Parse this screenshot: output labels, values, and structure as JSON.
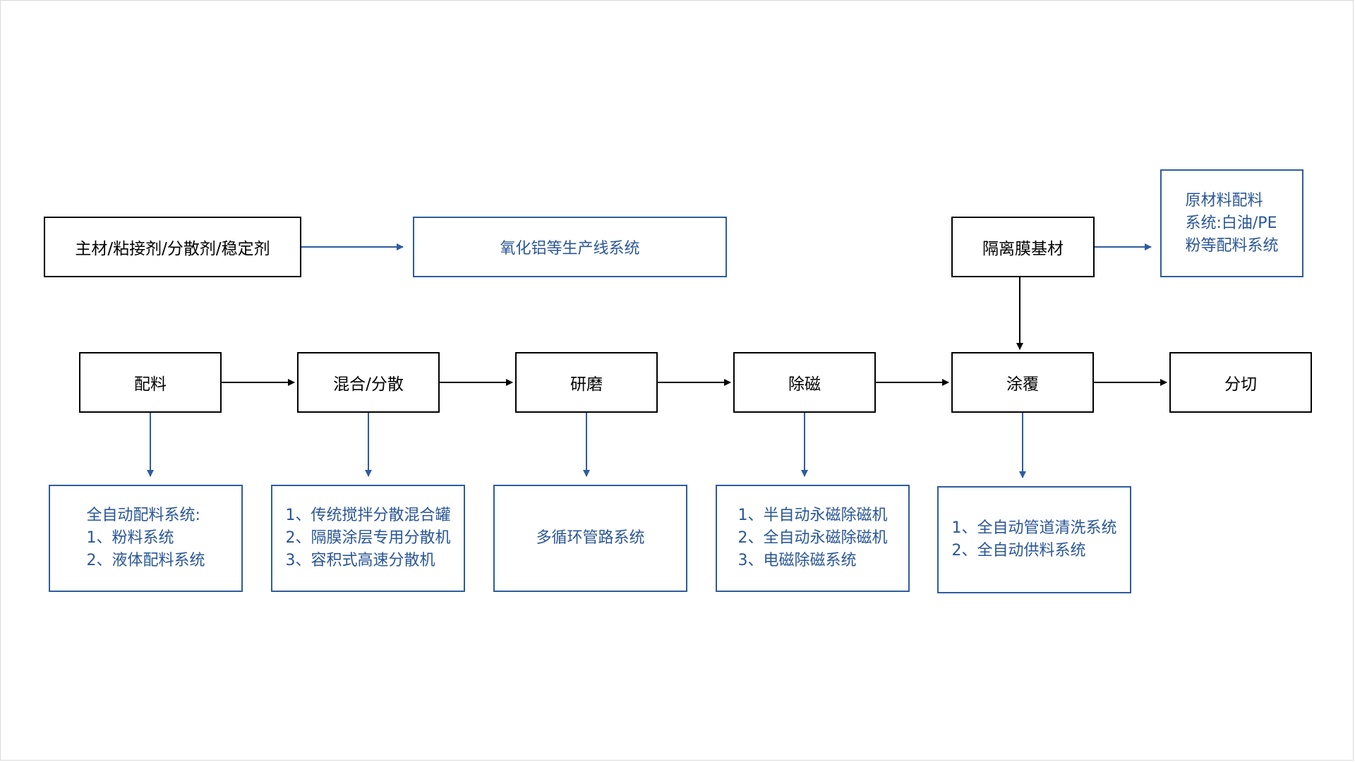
{
  "colors": {
    "black": "#000000",
    "blue": "#2e5c9e",
    "text_blue": "#2a5696"
  },
  "top": {
    "main_materials": "主材/粘接剂/分散剂/稳定剂",
    "alumina_system": "氧化铝等生产线系统",
    "separator_substrate": "隔离膜基材",
    "raw_material_lines": [
      "原材料配料",
      "系统:白油/PE",
      "粉等配料系统"
    ]
  },
  "process": {
    "steps": [
      "配料",
      "混合/分散",
      "研磨",
      "除磁",
      "涂覆",
      "分切"
    ]
  },
  "details": {
    "batching": [
      "全自动配料系统:",
      "1、粉料系统",
      "2、液体配料系统"
    ],
    "mixing": [
      "1、传统搅拌分散混合罐",
      "2、隔膜涂层专用分散机",
      "3、容积式高速分散机"
    ],
    "grinding": [
      "多循环管路系统"
    ],
    "demagnetizing": [
      "1、半自动永磁除磁机",
      "2、全自动永磁除磁机",
      "3、电磁除磁系统"
    ],
    "coating": [
      "1、全自动管道清洗系统",
      "2、全自动供料系统"
    ]
  }
}
